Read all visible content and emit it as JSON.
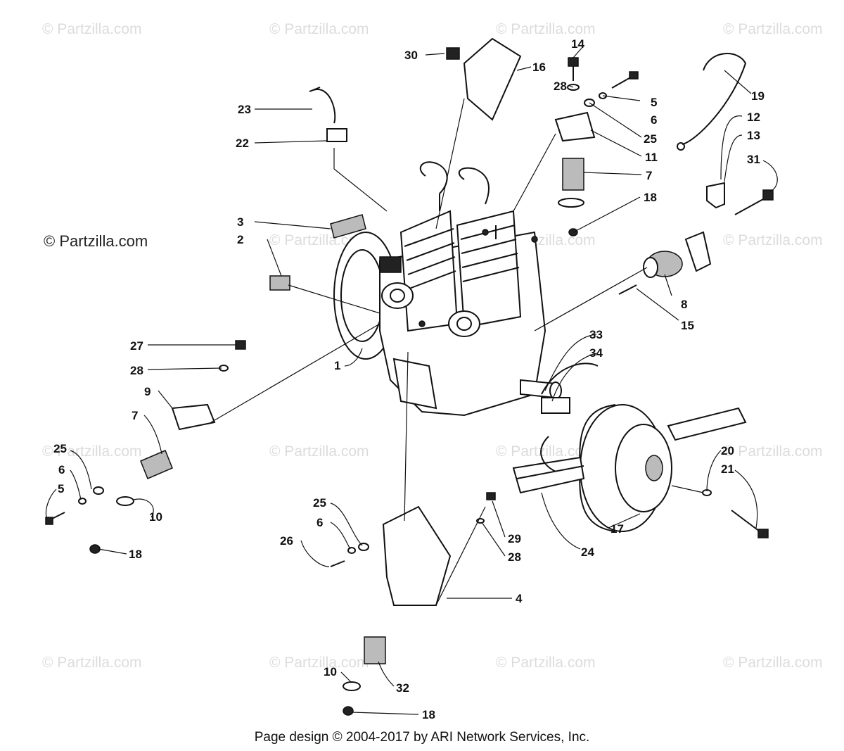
{
  "watermark_text": "© Partzilla.com",
  "copyright_label": "© Partzilla.com",
  "footer_text": "Page design © 2004-2017 by ARI Network Services, Inc.",
  "callouts": [
    "30",
    "16",
    "14",
    "28",
    "5",
    "6",
    "25",
    "11",
    "7",
    "18",
    "19",
    "12",
    "13",
    "31",
    "23",
    "22",
    "3",
    "2",
    "8",
    "15",
    "27",
    "28",
    "1",
    "9",
    "7",
    "25",
    "6",
    "5",
    "10",
    "18",
    "33",
    "34",
    "20",
    "21",
    "17",
    "24",
    "25",
    "6",
    "26",
    "29",
    "28",
    "4",
    "10",
    "32",
    "18"
  ]
}
